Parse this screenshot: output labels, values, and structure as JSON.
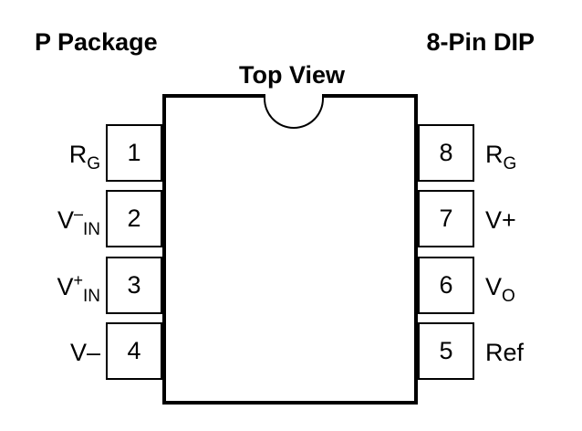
{
  "header": {
    "left": "P Package",
    "right": "8-Pin DIP",
    "center": "Top View"
  },
  "pins": {
    "left": [
      {
        "number": "1",
        "label": {
          "main": "R",
          "sup": "",
          "sub": "G"
        }
      },
      {
        "number": "2",
        "label": {
          "main": "V",
          "sup": "–",
          "sub": "IN"
        }
      },
      {
        "number": "3",
        "label": {
          "main": "V",
          "sup": "+",
          "sub": "IN"
        }
      },
      {
        "number": "4",
        "label": {
          "main": "V–",
          "sup": "",
          "sub": ""
        }
      }
    ],
    "right": [
      {
        "number": "8",
        "label": {
          "main": "R",
          "sup": "",
          "sub": "G"
        }
      },
      {
        "number": "7",
        "label": {
          "main": "V+",
          "sup": "",
          "sub": ""
        }
      },
      {
        "number": "6",
        "label": {
          "main": "V",
          "sup": "",
          "sub": "O"
        }
      },
      {
        "number": "5",
        "label": {
          "main": "Ref",
          "sup": "",
          "sub": ""
        }
      }
    ]
  }
}
